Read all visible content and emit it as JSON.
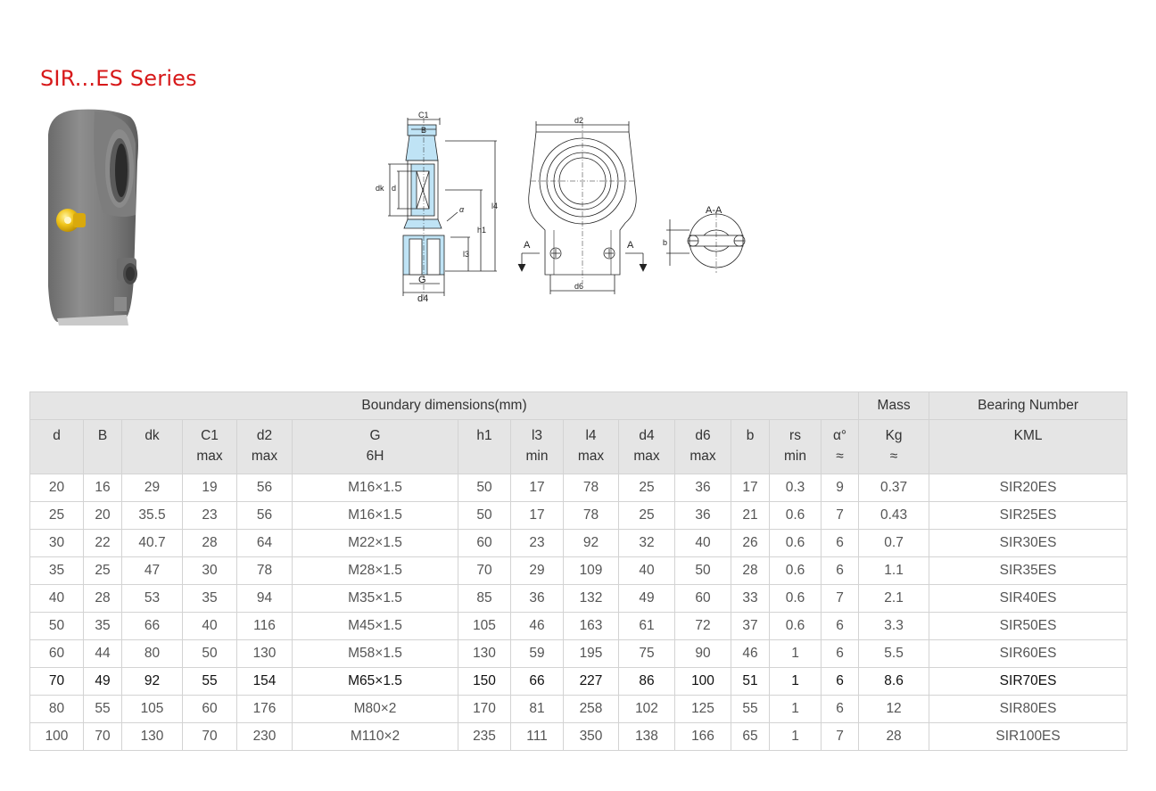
{
  "title": "SIR...ES Series",
  "drawing_labels": {
    "c1": "C1",
    "b_top": "B",
    "dk": "dk",
    "d": "d",
    "alpha": "α",
    "h1": "h1",
    "l4": "l4",
    "l3": "l3",
    "g": "G",
    "d4": "d4",
    "d2": "d2",
    "d6": "d6",
    "a_left": "A",
    "a_right": "A",
    "section": "A-A",
    "b_side": "b"
  },
  "table": {
    "group_dims": "Boundary dimensions(mm)",
    "group_mass": "Mass",
    "group_bearing": "Bearing Number",
    "columns": [
      {
        "top": "d",
        "sub": ""
      },
      {
        "top": "B",
        "sub": ""
      },
      {
        "top": "dk",
        "sub": ""
      },
      {
        "top": "C1",
        "sub": "max"
      },
      {
        "top": "d2",
        "sub": "max"
      },
      {
        "top": "G",
        "sub": "6H"
      },
      {
        "top": "h1",
        "sub": ""
      },
      {
        "top": "l3",
        "sub": "min"
      },
      {
        "top": "l4",
        "sub": "max"
      },
      {
        "top": "d4",
        "sub": "max"
      },
      {
        "top": "d6",
        "sub": "max"
      },
      {
        "top": "b",
        "sub": ""
      },
      {
        "top": "rs",
        "sub": "min"
      },
      {
        "top": "α°",
        "sub": "≈"
      },
      {
        "top": "Kg",
        "sub": "≈"
      },
      {
        "top": "KML",
        "sub": ""
      }
    ],
    "rows": [
      [
        "20",
        "16",
        "29",
        "19",
        "56",
        "M16×1.5",
        "50",
        "17",
        "78",
        "25",
        "36",
        "17",
        "0.3",
        "9",
        "0.37",
        "SIR20ES"
      ],
      [
        "25",
        "20",
        "35.5",
        "23",
        "56",
        "M16×1.5",
        "50",
        "17",
        "78",
        "25",
        "36",
        "21",
        "0.6",
        "7",
        "0.43",
        "SIR25ES"
      ],
      [
        "30",
        "22",
        "40.7",
        "28",
        "64",
        "M22×1.5",
        "60",
        "23",
        "92",
        "32",
        "40",
        "26",
        "0.6",
        "6",
        "0.7",
        "SIR30ES"
      ],
      [
        "35",
        "25",
        "47",
        "30",
        "78",
        "M28×1.5",
        "70",
        "29",
        "109",
        "40",
        "50",
        "28",
        "0.6",
        "6",
        "1.1",
        "SIR35ES"
      ],
      [
        "40",
        "28",
        "53",
        "35",
        "94",
        "M35×1.5",
        "85",
        "36",
        "132",
        "49",
        "60",
        "33",
        "0.6",
        "7",
        "2.1",
        "SIR40ES"
      ],
      [
        "50",
        "35",
        "66",
        "40",
        "116",
        "M45×1.5",
        "105",
        "46",
        "163",
        "61",
        "72",
        "37",
        "0.6",
        "6",
        "3.3",
        "SIR50ES"
      ],
      [
        "60",
        "44",
        "80",
        "50",
        "130",
        "M58×1.5",
        "130",
        "59",
        "195",
        "75",
        "90",
        "46",
        "1",
        "6",
        "5.5",
        "SIR60ES"
      ],
      [
        "70",
        "49",
        "92",
        "55",
        "154",
        "M65×1.5",
        "150",
        "66",
        "227",
        "86",
        "100",
        "51",
        "1",
        "6",
        "8.6",
        "SIR70ES"
      ],
      [
        "80",
        "55",
        "105",
        "60",
        "176",
        "M80×2",
        "170",
        "81",
        "258",
        "102",
        "125",
        "55",
        "1",
        "6",
        "12",
        "SIR80ES"
      ],
      [
        "100",
        "70",
        "130",
        "70",
        "230",
        "M110×2",
        "235",
        "111",
        "350",
        "138",
        "166",
        "65",
        "1",
        "7",
        "28",
        "SIR100ES"
      ]
    ]
  }
}
